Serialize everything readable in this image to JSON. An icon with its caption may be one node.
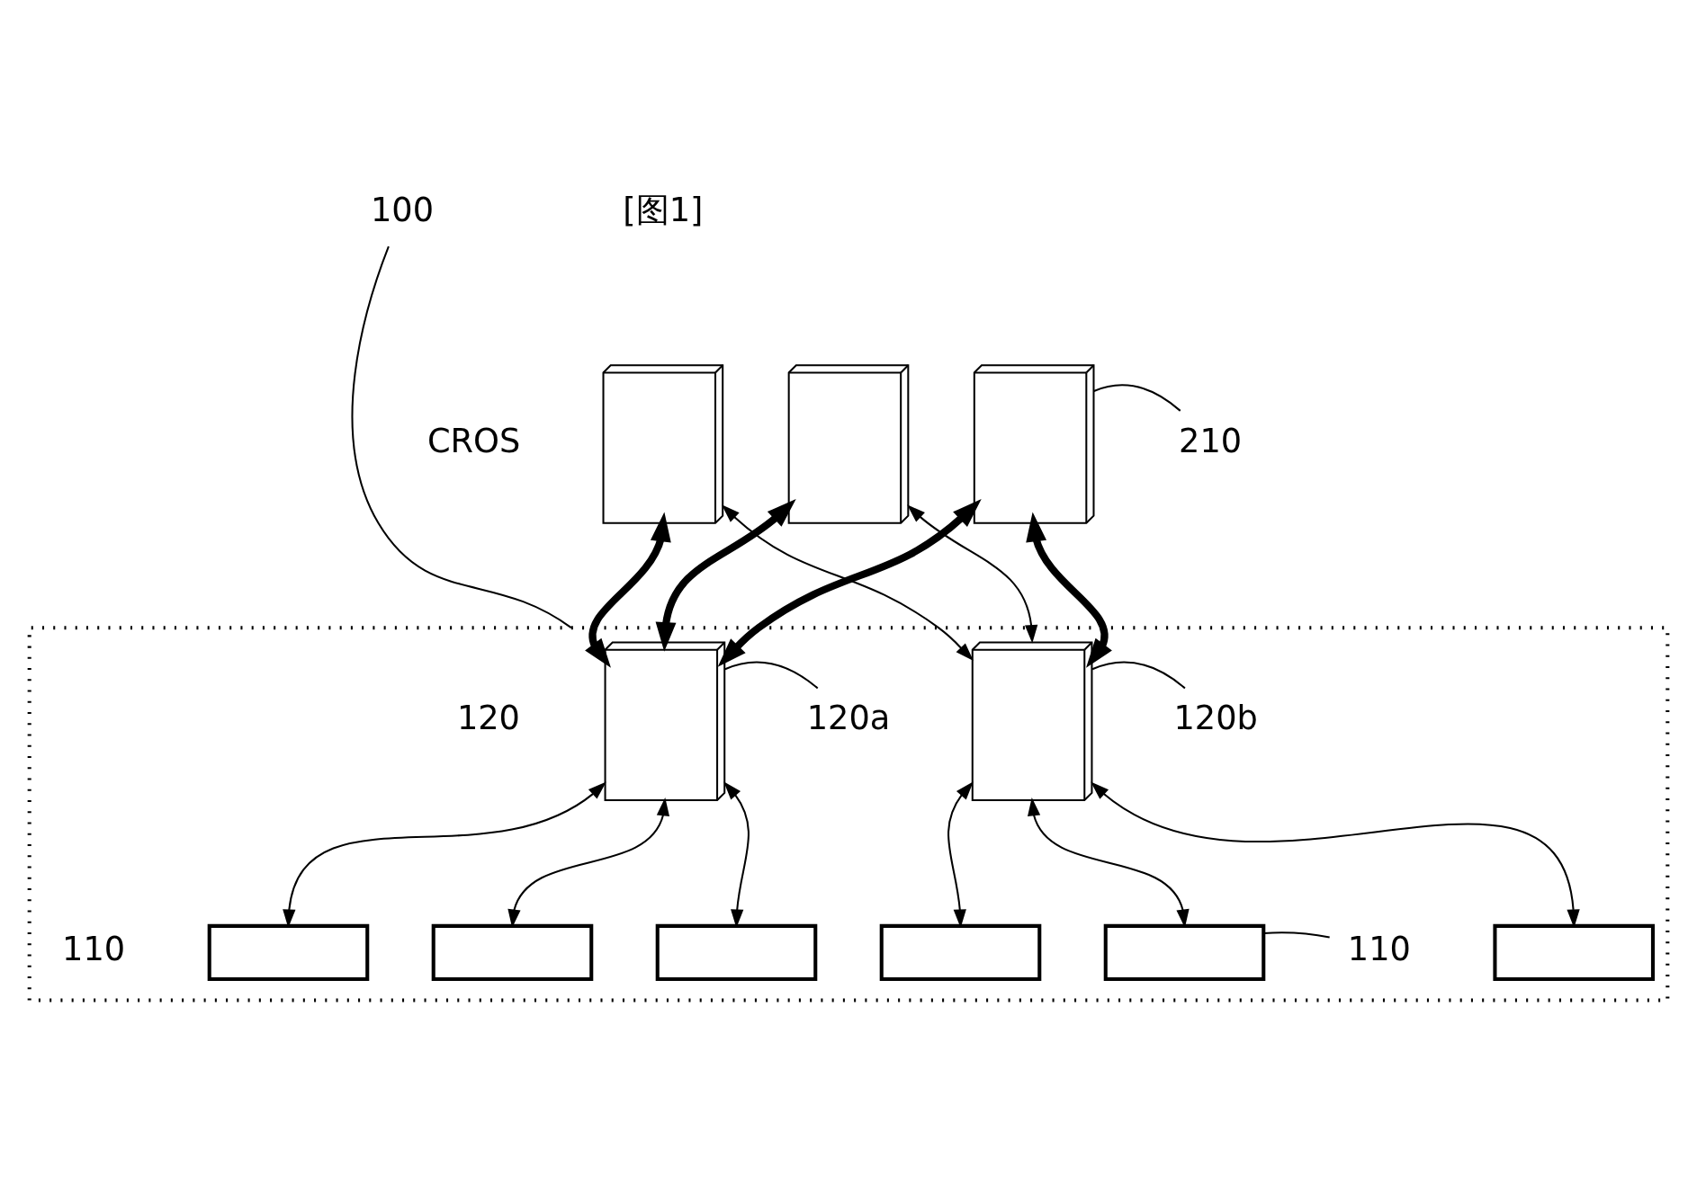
{
  "diagram": {
    "nodes": [
      {
        "text": [],
        "shape": "server"
      },
      {
        "text": [],
        "shape": "server"
      },
      {
        "text": [],
        "shape": "server"
      },
      {
        "text": [
          "210"
        ]
      },
      {
        "text": [],
        "shape": "box"
      },
      {
        "text": [
          "100"
        ]
      },
      {
        "text": [],
        "shape": "server",
        "in": 4
      },
      {
        "text": [],
        "shape": "server",
        "in": 4
      },
      {
        "text": [
          "120a"
        ],
        "in": 4
      },
      {
        "text": [
          "120b"
        ],
        "in": 4
      },
      {
        "text": [],
        "shape": "vehicle",
        "in": 4
      },
      {
        "text": [],
        "shape": "vehicle",
        "in": 4
      },
      {
        "text": [],
        "shape": "vehicle",
        "in": 4
      },
      {
        "text": [],
        "shape": "vehicle",
        "in": 4
      },
      {
        "text": [],
        "shape": "vehicle",
        "in": 4
      },
      {
        "text": [],
        "shape": "vehicle",
        "in": 4
      },
      {
        "text": [
          "110"
        ],
        "in": 4
      }
    ],
    "edges": [
      {
        "from": 3,
        "to": 2,
        "arrow": "none"
      },
      {
        "from": 5,
        "to": 4,
        "arrow": "none"
      },
      {
        "from": 8,
        "to": 6,
        "arrow": "none"
      },
      {
        "from": 9,
        "to": 7,
        "arrow": "none"
      },
      {
        "from": 16,
        "to": 14,
        "arrow": "none"
      },
      {
        "from": 0,
        "to": 6,
        "arrow": "both",
        "style": "thick"
      },
      {
        "from": 0,
        "to": 7,
        "arrow": "both"
      },
      {
        "from": 1,
        "to": 6,
        "arrow": "both",
        "style": "thick"
      },
      {
        "from": 1,
        "to": 7,
        "arrow": "both"
      },
      {
        "from": 2,
        "to": 6,
        "arrow": "both",
        "style": "thick"
      },
      {
        "from": 2,
        "to": 7,
        "arrow": "both",
        "style": "thick"
      },
      {
        "from": 6,
        "to": 10,
        "arrow": "both"
      },
      {
        "from": 6,
        "to": 11,
        "arrow": "both"
      },
      {
        "from": 6,
        "to": 12,
        "arrow": "both"
      },
      {
        "from": 7,
        "to": 13,
        "arrow": "both"
      },
      {
        "from": 7,
        "to": 14,
        "arrow": "both"
      },
      {
        "from": 7,
        "to": 15,
        "arrow": "both"
      }
    ],
    "labels": [
      "[图1]",
      "CROS",
      "120",
      "110"
    ]
  }
}
